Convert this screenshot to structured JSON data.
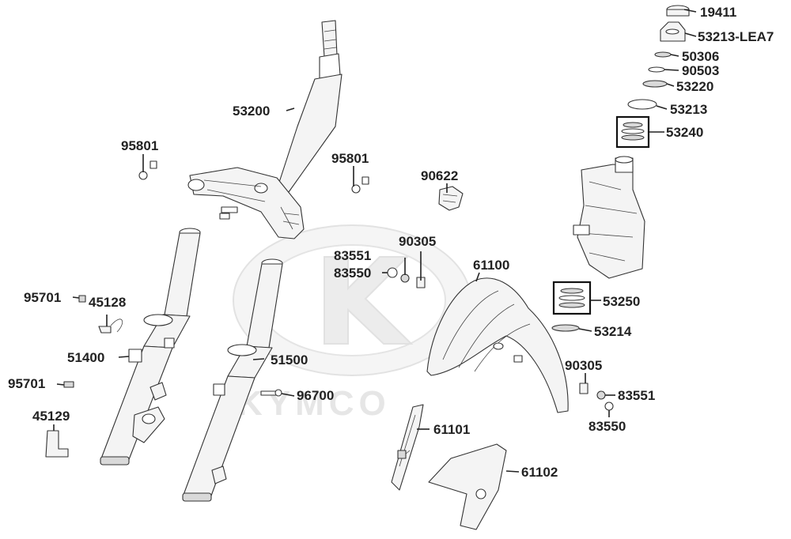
{
  "watermark": {
    "text": "KYMCO"
  },
  "parts": [
    {
      "id": "p-19411",
      "number": "19411"
    },
    {
      "id": "p-53213-LEA7",
      "number": "53213-LEA7"
    },
    {
      "id": "p-50306",
      "number": "50306"
    },
    {
      "id": "p-90503",
      "number": "90503"
    },
    {
      "id": "p-53220",
      "number": "53220"
    },
    {
      "id": "p-53213",
      "number": "53213"
    },
    {
      "id": "p-53240",
      "number": "53240"
    },
    {
      "id": "p-53200",
      "number": "53200"
    },
    {
      "id": "p-95801-a",
      "number": "95801"
    },
    {
      "id": "p-95801-b",
      "number": "95801"
    },
    {
      "id": "p-90622",
      "number": "90622"
    },
    {
      "id": "p-90305-a",
      "number": "90305"
    },
    {
      "id": "p-83551-a",
      "number": "83551"
    },
    {
      "id": "p-83550-a",
      "number": "83550"
    },
    {
      "id": "p-61100",
      "number": "61100"
    },
    {
      "id": "p-53250",
      "number": "53250"
    },
    {
      "id": "p-53214",
      "number": "53214"
    },
    {
      "id": "p-95701-a",
      "number": "95701"
    },
    {
      "id": "p-45128",
      "number": "45128"
    },
    {
      "id": "p-51400",
      "number": "51400"
    },
    {
      "id": "p-51500",
      "number": "51500"
    },
    {
      "id": "p-95701-b",
      "number": "95701"
    },
    {
      "id": "p-96700",
      "number": "96700"
    },
    {
      "id": "p-45129",
      "number": "45129"
    },
    {
      "id": "p-90305-b",
      "number": "90305"
    },
    {
      "id": "p-83551-b",
      "number": "83551"
    },
    {
      "id": "p-83550-b",
      "number": "83550"
    },
    {
      "id": "p-61101",
      "number": "61101"
    },
    {
      "id": "p-61102",
      "number": "61102"
    }
  ]
}
